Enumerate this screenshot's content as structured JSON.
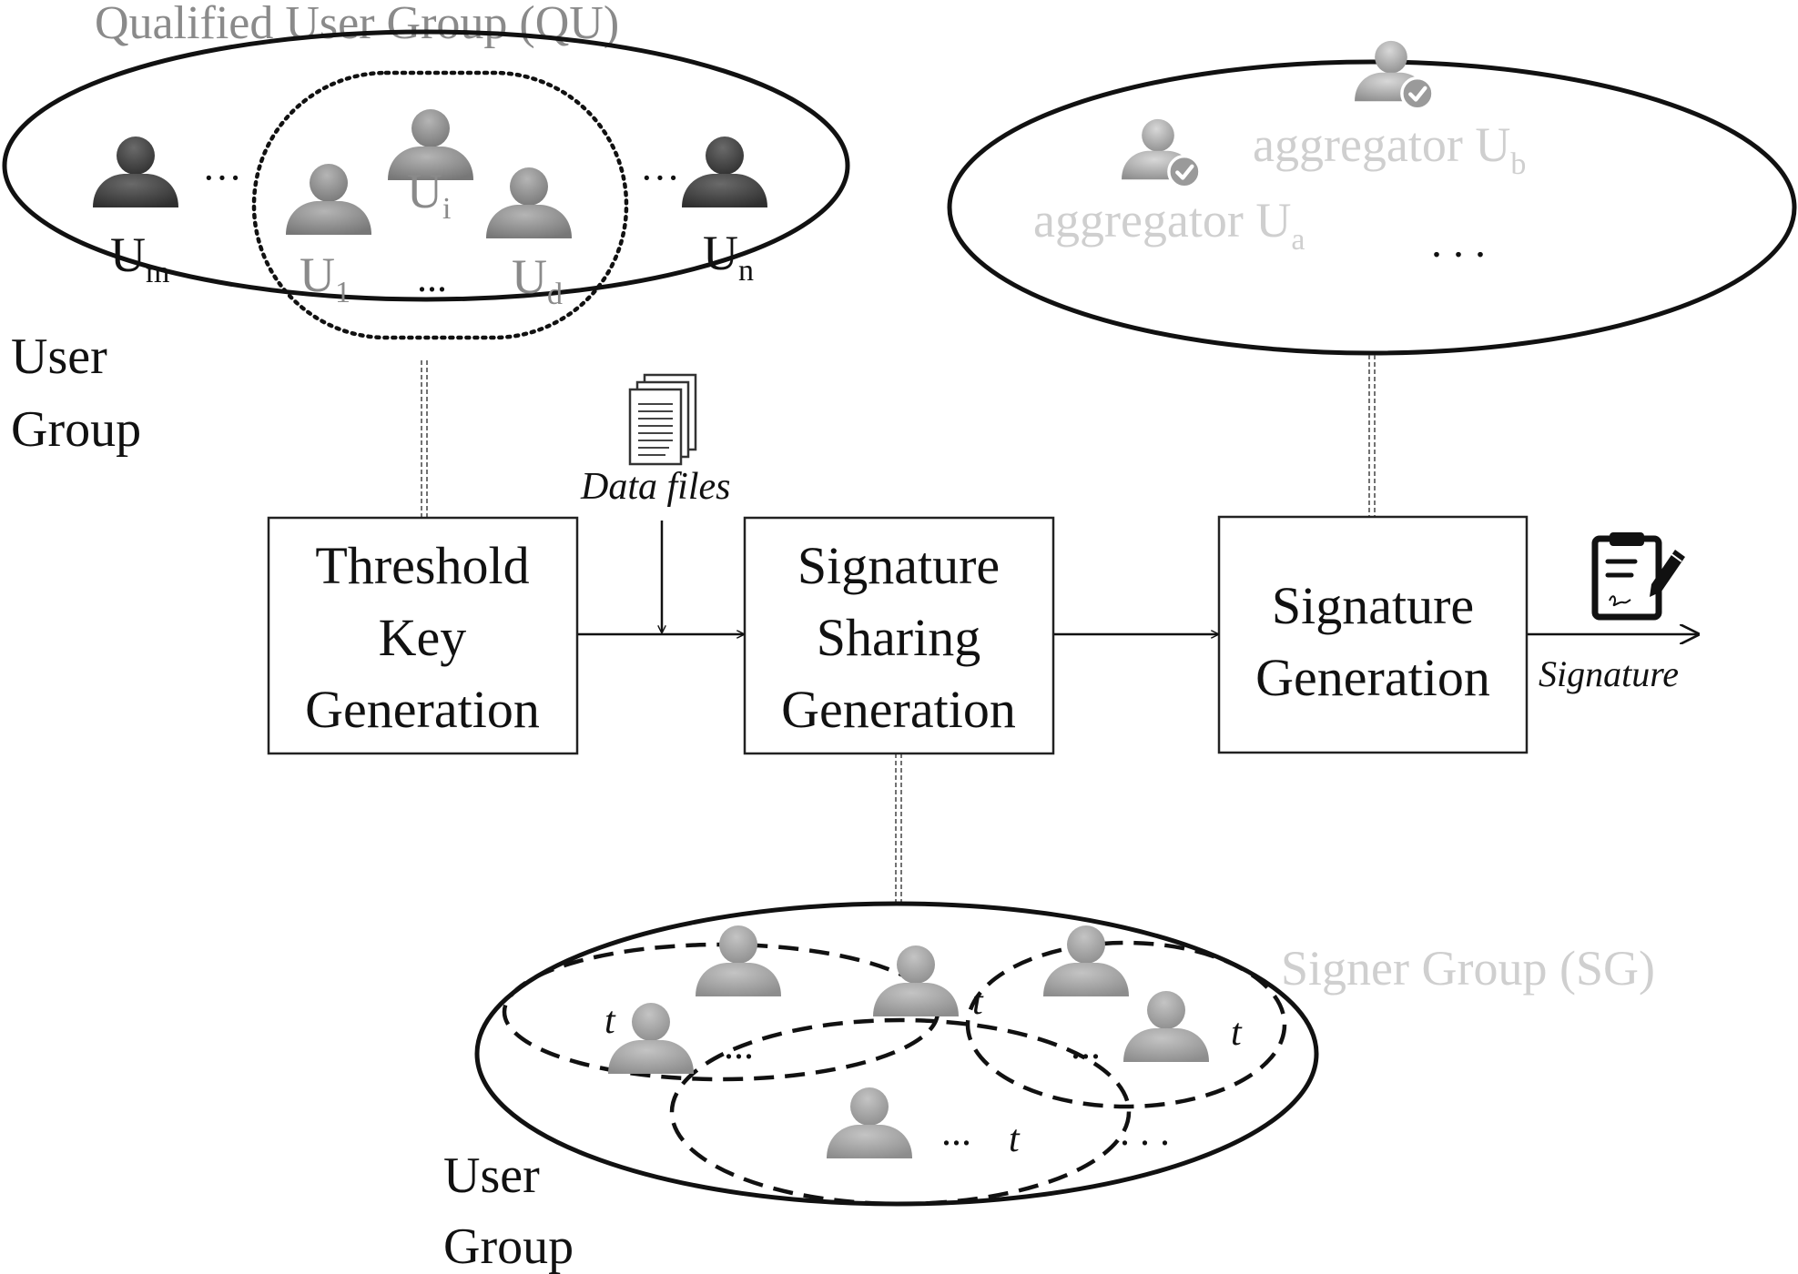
{
  "colors": {
    "ink": "#111111",
    "label_gray": "#8a8a8a",
    "label_faint": "#cfcfcf",
    "user_dark": "#3f3f3f",
    "user_mid": "#8c8c8c",
    "user_light": "#a3a3a3"
  },
  "qualified_group": {
    "title": "Qualified User Group (QU)",
    "group_label_1": "User",
    "group_label_2": "Group",
    "ellipsis_left": "···",
    "ellipsis_right": "···",
    "ellipsis_inner": "...",
    "users": [
      {
        "base": "U",
        "sub": "m"
      },
      {
        "base": "U",
        "sub": "1"
      },
      {
        "base": "U",
        "sub": "i"
      },
      {
        "base": "U",
        "sub": "d"
      },
      {
        "base": "U",
        "sub": "n"
      }
    ]
  },
  "aggregator_group": {
    "aggregators": [
      {
        "prefix": "aggregator U",
        "sub": "a"
      },
      {
        "prefix": "aggregator U",
        "sub": "b"
      }
    ],
    "ellipsis": ". . ."
  },
  "process": {
    "data_files_label": "Data files",
    "boxes": [
      {
        "lines": [
          "Threshold",
          "Key",
          "Generation"
        ]
      },
      {
        "lines": [
          "Signature",
          "Sharing",
          "Generation"
        ]
      },
      {
        "lines": [
          "Signature",
          "Generation"
        ]
      }
    ],
    "output_label": "Signature"
  },
  "signer_group": {
    "title": "Signer Group (SG)",
    "group_label_1": "User",
    "group_label_2": "Group",
    "threshold_labels": [
      "t",
      "t",
      "t",
      "t"
    ],
    "ellipses": [
      "...",
      "...",
      "...",
      ". . ."
    ]
  },
  "icons": [
    "user-icon",
    "aggregator-user-icon",
    "check-badge-icon",
    "document-stack-icon",
    "signed-document-icon"
  ]
}
